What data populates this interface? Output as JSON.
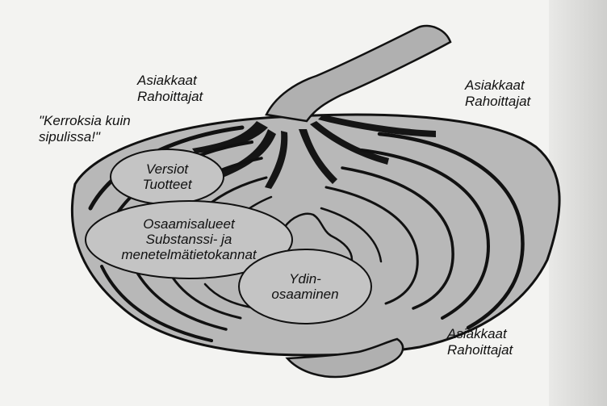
{
  "labels": {
    "quote": "\"Kerroksia kuin\nsipulissa!\"",
    "top_left": "Asiakkaat\nRahoittajat",
    "top_right": "Asiakkaat\nRahoittajat",
    "bottom_right": "Asiakkaat\nRahoittajat"
  },
  "bubbles": {
    "versions": "Versiot\nTuotteet",
    "competence": "Osaamisalueet\nSubstanssi- ja\nmenetelmätietokannat",
    "core": "Ydin-\nosaaminen"
  },
  "colors": {
    "onion_fill": "#b8b8b8",
    "outline": "#111111",
    "bubble_fill": "#c4c4c4",
    "background": "#f3f3f1"
  }
}
